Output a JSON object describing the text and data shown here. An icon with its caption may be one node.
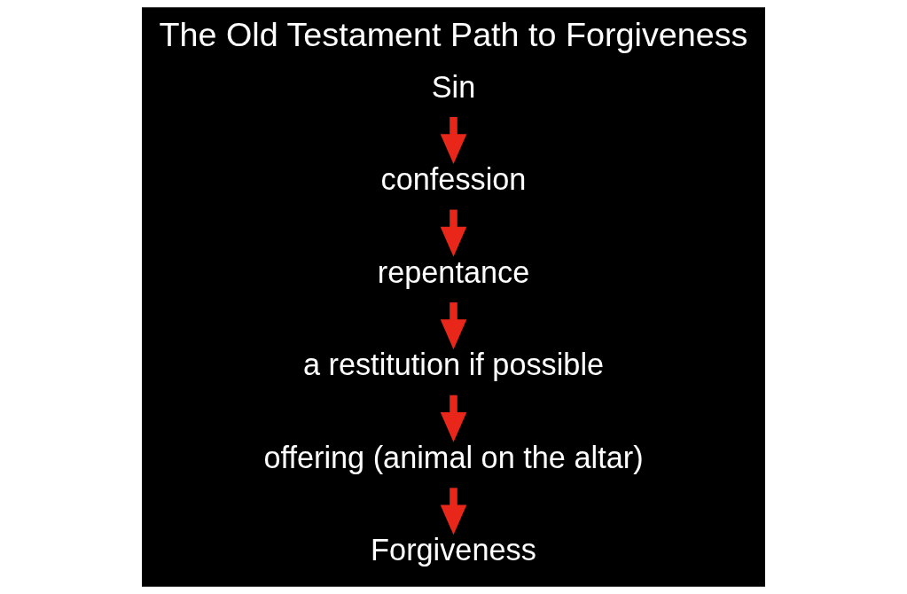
{
  "diagram": {
    "title": "The Old Testament Path to Forgiveness",
    "nodes": [
      {
        "text": [
          "Sin"
        ]
      },
      {
        "text": [
          "confession"
        ]
      },
      {
        "text": [
          "repentance"
        ]
      },
      {
        "text": [
          "a restitution if possible"
        ]
      },
      {
        "text": [
          "offering (animal on the altar)"
        ]
      },
      {
        "text": [
          "Forgiveness"
        ]
      }
    ],
    "edges": [
      {
        "from": 0,
        "to": 1,
        "arrow": "to"
      },
      {
        "from": 1,
        "to": 2,
        "arrow": "to"
      },
      {
        "from": 2,
        "to": 3,
        "arrow": "to"
      },
      {
        "from": 3,
        "to": 4,
        "arrow": "to"
      },
      {
        "from": 4,
        "to": 5,
        "arrow": "to"
      }
    ]
  }
}
